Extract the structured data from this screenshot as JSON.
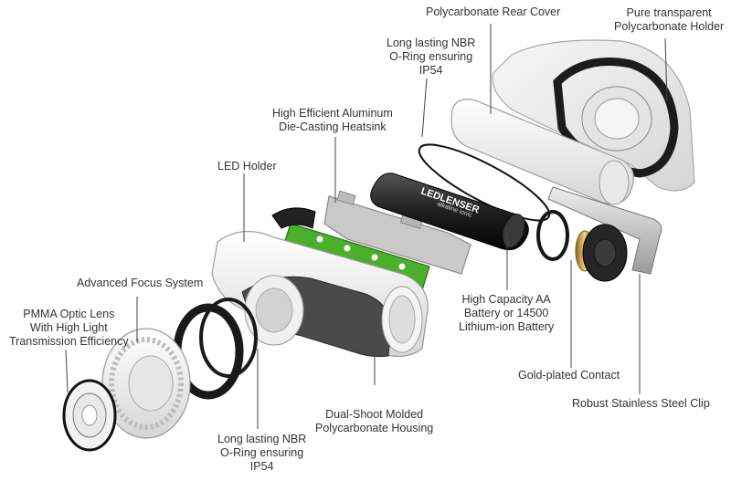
{
  "diagram": {
    "brand_on_battery": "LEDLENSER",
    "battery_subtext": "alkaline ionic",
    "labels": {
      "rear_cover": "Polycarbonate Rear Cover",
      "transparent_holder": [
        "Pure transparent",
        "Polycarbonate Holder"
      ],
      "oring_top": [
        "Long lasting NBR",
        "O-Ring ensuring",
        "IP54"
      ],
      "heatsink": [
        "High Efficient Aluminum",
        "Die-Casting Heatsink"
      ],
      "led_holder": "LED Holder",
      "focus_system": "Advanced Focus System",
      "optic_lens": [
        "PMMA Optic Lens",
        "With High Light",
        "Transmission Efficiency"
      ],
      "battery": [
        "High Capacity AA",
        "Battery or 14500",
        "Lithium-ion  Battery"
      ],
      "gold_contact": "Gold-plated Contact",
      "steel_clip": "Robust Stainless Steel Clip",
      "housing": [
        "Dual-Shoot Molded",
        "Polycarbonate Housing"
      ],
      "oring_bottom": [
        "Long lasting NBR",
        "O-Ring ensuring",
        "IP54"
      ]
    }
  }
}
